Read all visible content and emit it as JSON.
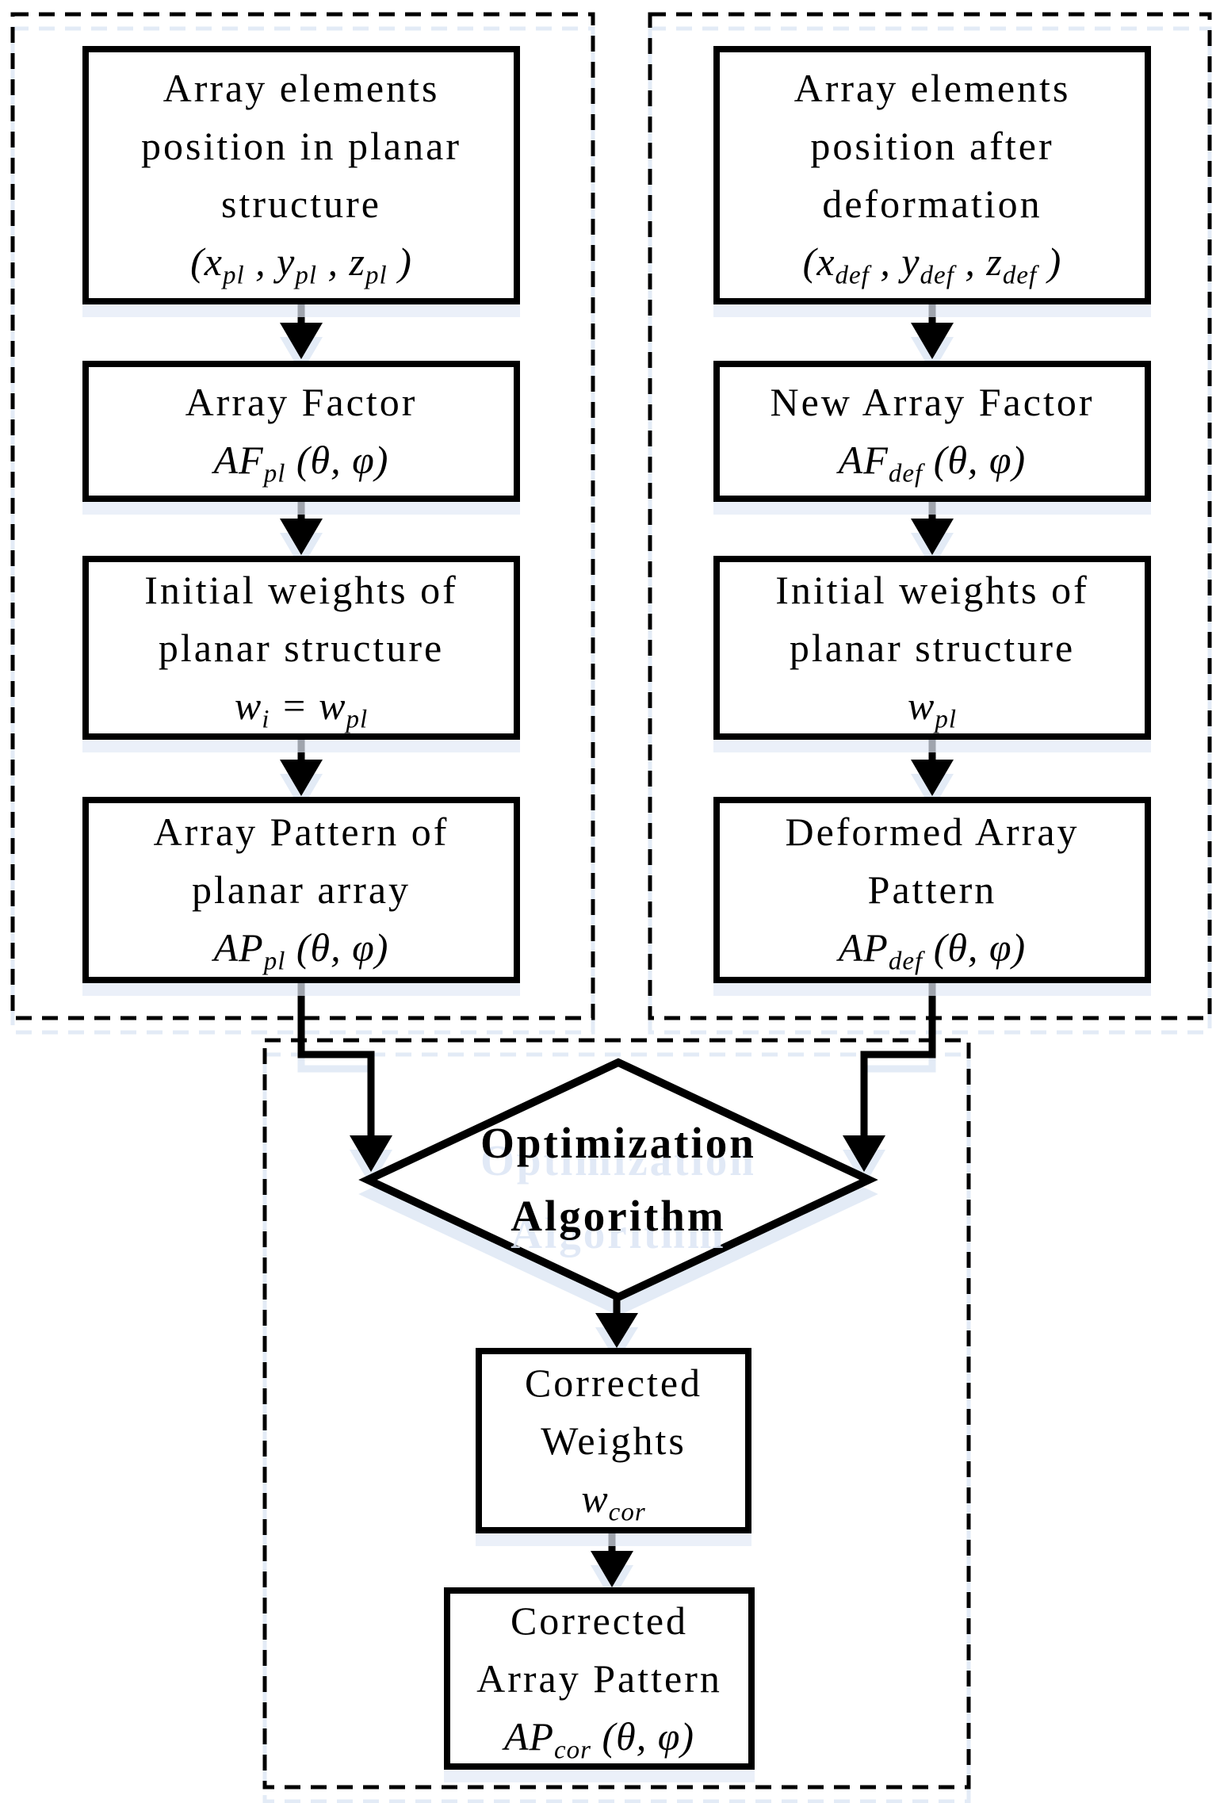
{
  "colors": {
    "ink": "#000000",
    "background": "#ffffff",
    "shadow_tint": "#dee7f5"
  },
  "panels": {
    "left": {
      "boxes": [
        {
          "lines": [
            "Array elements",
            "position in planar",
            "structure"
          ],
          "math": {
            "t1": "(x",
            "s1": "pl",
            "t2": " , y",
            "s2": "pl",
            "t3": " , z",
            "s3": "pl",
            "t4": " )"
          }
        },
        {
          "lines": [
            "Array Factor"
          ],
          "math": {
            "t1": "AF",
            "s1": "pl",
            "t2": " (θ, φ)"
          }
        },
        {
          "lines": [
            "Initial weights of",
            "planar structure"
          ],
          "math": {
            "t1": "w",
            "s1": "i",
            "t2": " = w",
            "s2": "pl"
          }
        },
        {
          "lines": [
            "Array Pattern of",
            "planar array"
          ],
          "math": {
            "t1": "AP",
            "s1": "pl",
            "t2": " (θ, φ)"
          }
        }
      ]
    },
    "right": {
      "boxes": [
        {
          "lines": [
            "Array elements",
            "position after",
            "deformation"
          ],
          "math": {
            "t1": "(x",
            "s1": "def",
            "t2": " , y",
            "s2": "def",
            "t3": " , z",
            "s3": "def",
            "t4": " )"
          }
        },
        {
          "lines": [
            "New Array Factor"
          ],
          "math": {
            "t1": "AF",
            "s1": "def",
            "t2": " (θ, φ)"
          }
        },
        {
          "lines": [
            "Initial weights of",
            "planar structure"
          ],
          "math": {
            "t1": "w",
            "s1": "pl"
          }
        },
        {
          "lines": [
            "Deformed Array",
            "Pattern"
          ],
          "math": {
            "t1": "AP",
            "s1": "def",
            "t2": " (θ, φ)"
          }
        }
      ]
    },
    "bottom": {
      "diamond": {
        "line1": "Optimization",
        "line2": "Algorithm"
      },
      "boxes": [
        {
          "lines": [
            "Corrected",
            "Weights"
          ],
          "math": {
            "t1": "w",
            "s1": "cor"
          }
        },
        {
          "lines": [
            "Corrected",
            "Array Pattern"
          ],
          "math": {
            "t1": "AP",
            "s1": "cor",
            "t2": " (θ, φ)"
          }
        }
      ]
    }
  }
}
